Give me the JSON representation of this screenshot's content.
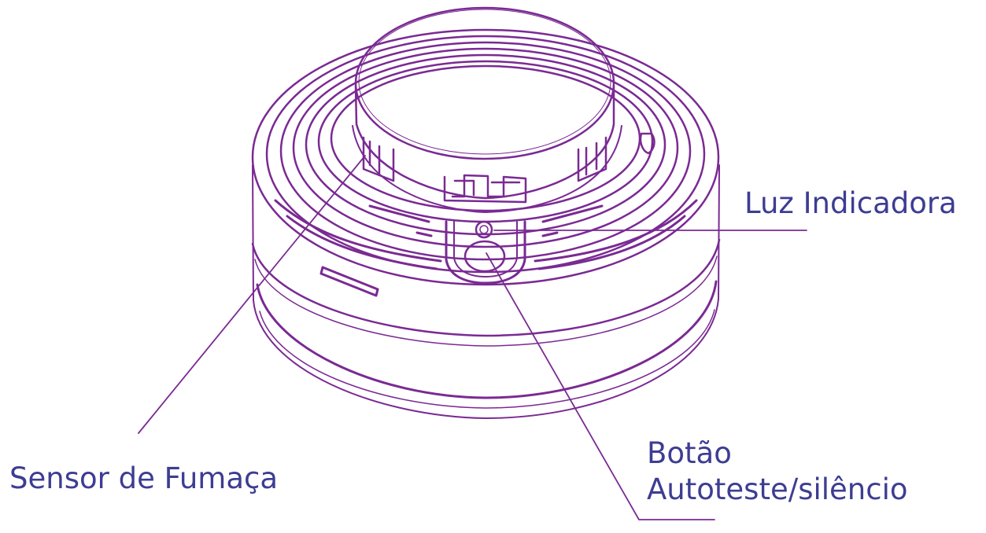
{
  "diagram": {
    "labels": {
      "indicator_light": "Luz Indicadora",
      "smoke_sensor": "Sensor de Fumaça",
      "test_button_line1": "Botão",
      "test_button_line2": "Autoteste/silêncio"
    },
    "colors": {
      "device_outline": "#7a2a93",
      "leader_line": "#7a2a93",
      "label_text": "#3d3d93",
      "background": "#ffffff"
    },
    "icons": [
      "smoke-detector-icon"
    ]
  }
}
